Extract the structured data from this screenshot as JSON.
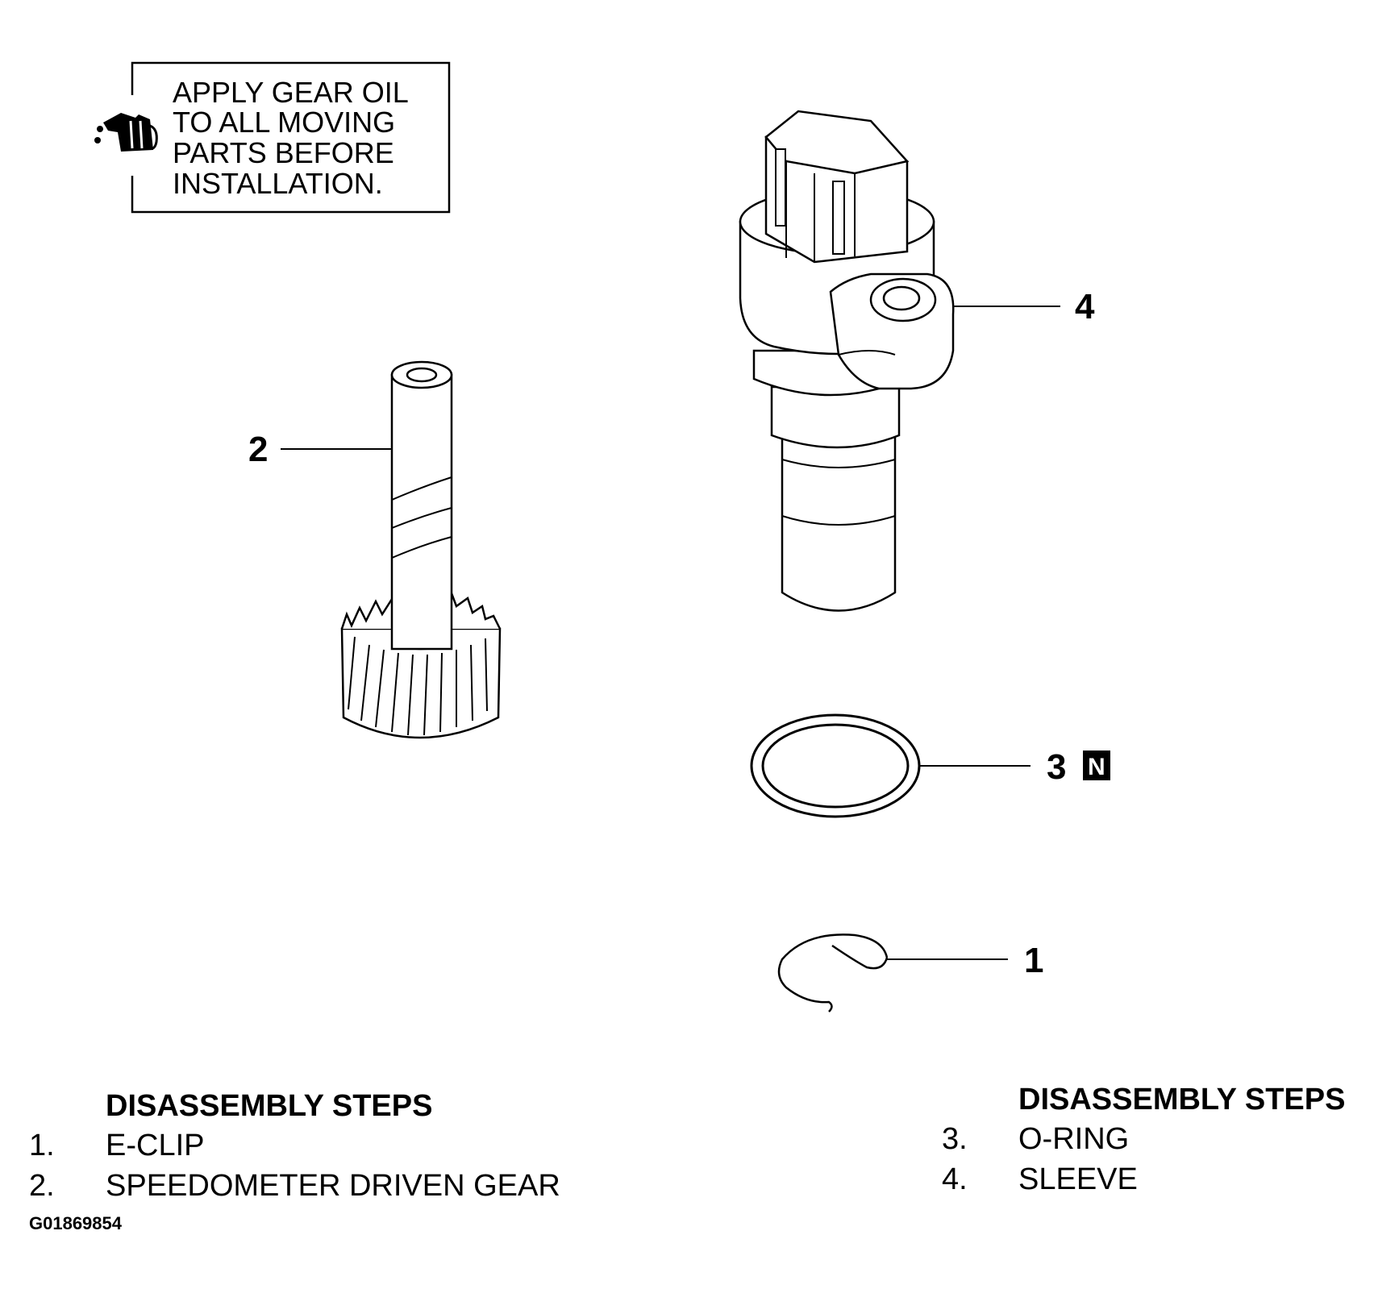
{
  "note": {
    "lines": [
      "APPLY GEAR OIL",
      "TO ALL MOVING",
      "PARTS BEFORE",
      "INSTALLATION."
    ],
    "icon": "oil-can-icon"
  },
  "callouts": {
    "c1": "1",
    "c2": "2",
    "c3": "3",
    "c3_badge": "N",
    "c4": "4"
  },
  "steps_left": {
    "heading": "DISASSEMBLY STEPS",
    "items": [
      {
        "num": "1.",
        "label": "E-CLIP"
      },
      {
        "num": "2.",
        "label": "SPEEDOMETER DRIVEN GEAR"
      }
    ]
  },
  "steps_right": {
    "heading": "DISASSEMBLY STEPS",
    "items": [
      {
        "num": "3.",
        "label": "O-RING"
      },
      {
        "num": "4.",
        "label": "SLEEVE"
      }
    ]
  },
  "figure_id": "G01869854"
}
